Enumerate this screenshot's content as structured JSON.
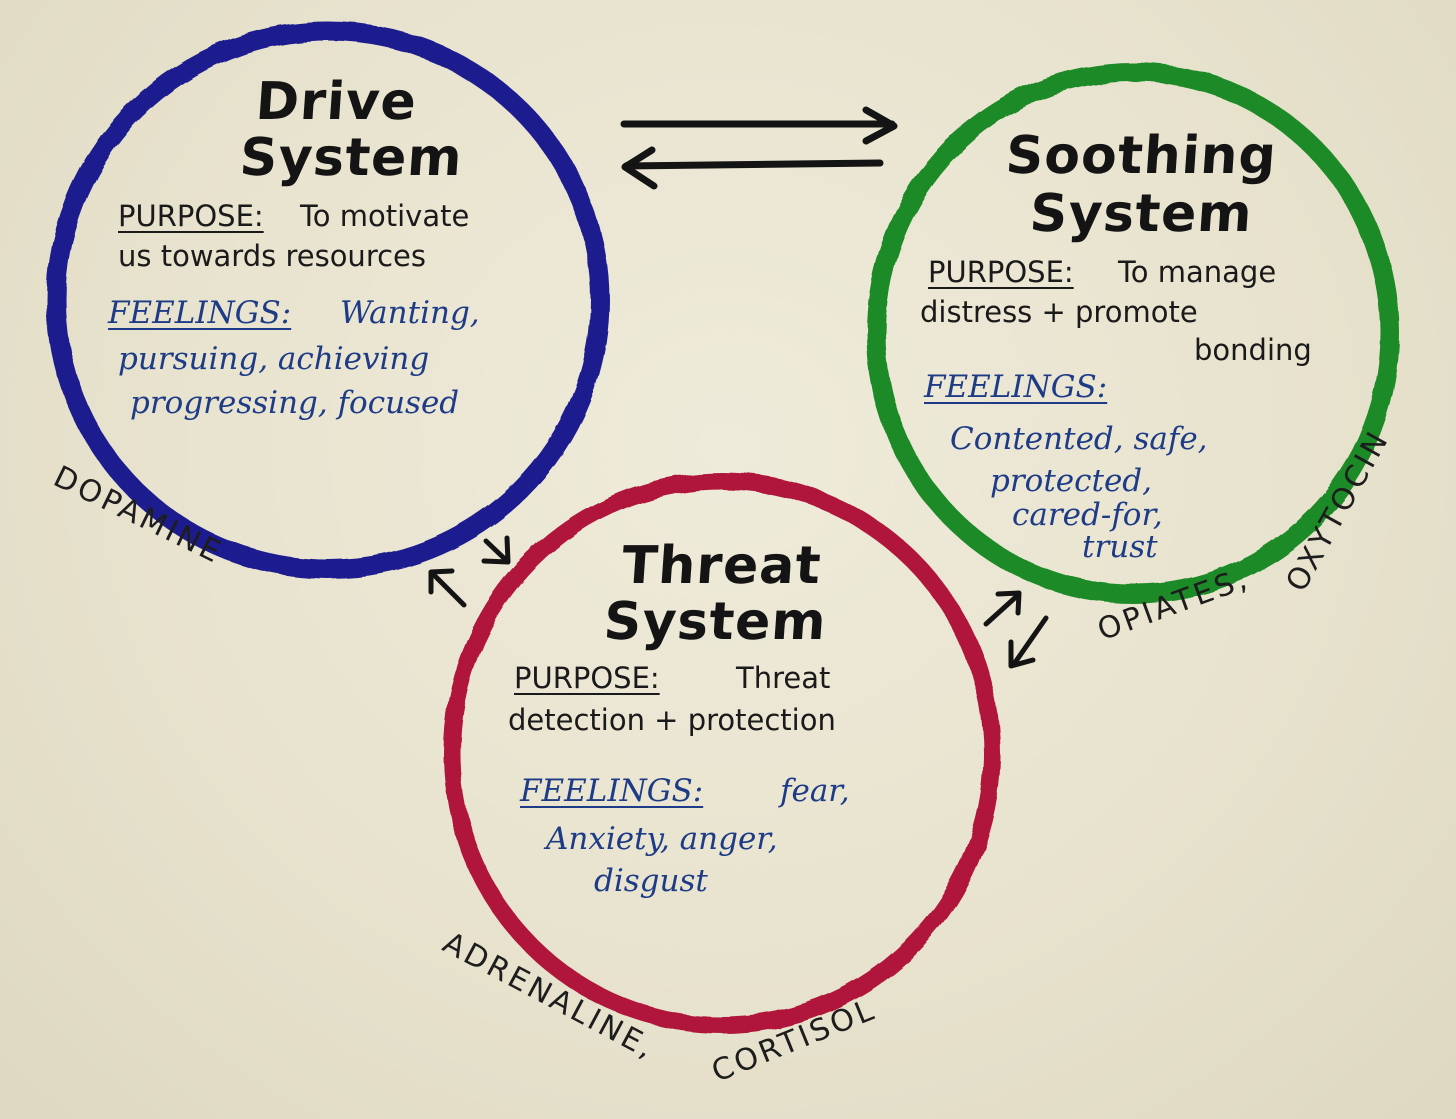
{
  "systems": {
    "drive": {
      "title_line1": "Drive",
      "title_line2": "System",
      "purpose_label": "PURPOSE:",
      "purpose_line1": "To motivate",
      "purpose_line2": "us towards resources",
      "feelings_label": "FEELINGS:",
      "feelings_line1": "Wanting,",
      "feelings_line2": "pursuing, achieving",
      "feelings_line3": "progressing, focused",
      "hormone": "DOPAMINE",
      "color": "#1c1f8f"
    },
    "soothing": {
      "title_line1": "Soothing",
      "title_line2": "System",
      "purpose_label": "PURPOSE:",
      "purpose_line1": "To manage",
      "purpose_line2": "distress + promote",
      "purpose_line3": "bonding",
      "feelings_label": "FEELINGS:",
      "feelings_line1": "Contented, safe,",
      "feelings_line2": "protected,",
      "feelings_line3": "cared-for,",
      "feelings_line4": "trust",
      "hormone_line1": "OXYTOCIN",
      "hormone_line2": "OPIATES,",
      "color": "#1f8a28"
    },
    "threat": {
      "title_line1": "Threat",
      "title_line2": "System",
      "purpose_label": "PURPOSE:",
      "purpose_line1": "Threat",
      "purpose_line2": "detection + protection",
      "feelings_label": "FEELINGS:",
      "feelings_line1": "fear,",
      "feelings_line2": "Anxiety, anger,",
      "feelings_line3": "disgust",
      "hormone": "ADRENALINE, CORTISOL",
      "color": "#b0173a"
    }
  },
  "ink_colors": {
    "black": "#141414",
    "blue": "#1d3b86"
  },
  "icons": [
    "double-arrow-icon"
  ]
}
